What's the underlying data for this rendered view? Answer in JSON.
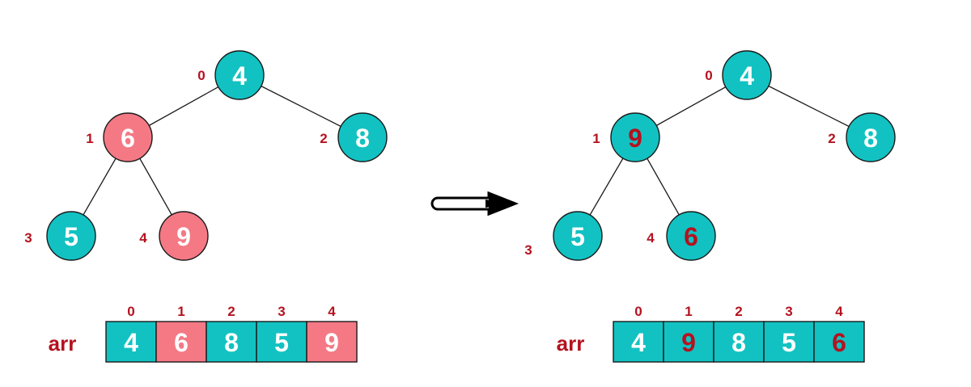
{
  "colors": {
    "teal": "#12c2c2",
    "pink": "#f47985",
    "index_red": "#b4121f",
    "white": "#ffffff",
    "dark": "#1a1a1a"
  },
  "before": {
    "nodes": [
      {
        "index": "0",
        "value": "4",
        "fill": "teal",
        "text_color": "white"
      },
      {
        "index": "1",
        "value": "6",
        "fill": "pink",
        "text_color": "white"
      },
      {
        "index": "2",
        "value": "8",
        "fill": "teal",
        "text_color": "white"
      },
      {
        "index": "3",
        "value": "5",
        "fill": "teal",
        "text_color": "white"
      },
      {
        "index": "4",
        "value": "9",
        "fill": "pink",
        "text_color": "white"
      }
    ],
    "array": {
      "label": "arr",
      "cells": [
        {
          "index": "0",
          "value": "4",
          "fill": "teal",
          "text_color": "white"
        },
        {
          "index": "1",
          "value": "6",
          "fill": "pink",
          "text_color": "white"
        },
        {
          "index": "2",
          "value": "8",
          "fill": "teal",
          "text_color": "white"
        },
        {
          "index": "3",
          "value": "5",
          "fill": "teal",
          "text_color": "white"
        },
        {
          "index": "4",
          "value": "9",
          "fill": "pink",
          "text_color": "white"
        }
      ]
    }
  },
  "after": {
    "nodes": [
      {
        "index": "0",
        "value": "4",
        "fill": "teal",
        "text_color": "white"
      },
      {
        "index": "1",
        "value": "9",
        "fill": "teal",
        "text_color": "index_red"
      },
      {
        "index": "2",
        "value": "8",
        "fill": "teal",
        "text_color": "white"
      },
      {
        "index": "3",
        "value": "5",
        "fill": "teal",
        "text_color": "white"
      },
      {
        "index": "4",
        "value": "6",
        "fill": "teal",
        "text_color": "index_red"
      }
    ],
    "array": {
      "label": "arr",
      "cells": [
        {
          "index": "0",
          "value": "4",
          "fill": "teal",
          "text_color": "white"
        },
        {
          "index": "1",
          "value": "9",
          "fill": "teal",
          "text_color": "index_red"
        },
        {
          "index": "2",
          "value": "8",
          "fill": "teal",
          "text_color": "white"
        },
        {
          "index": "3",
          "value": "5",
          "fill": "teal",
          "text_color": "white"
        },
        {
          "index": "4",
          "value": "6",
          "fill": "teal",
          "text_color": "index_red"
        }
      ]
    }
  },
  "transition_icon": "right-arrow-icon"
}
